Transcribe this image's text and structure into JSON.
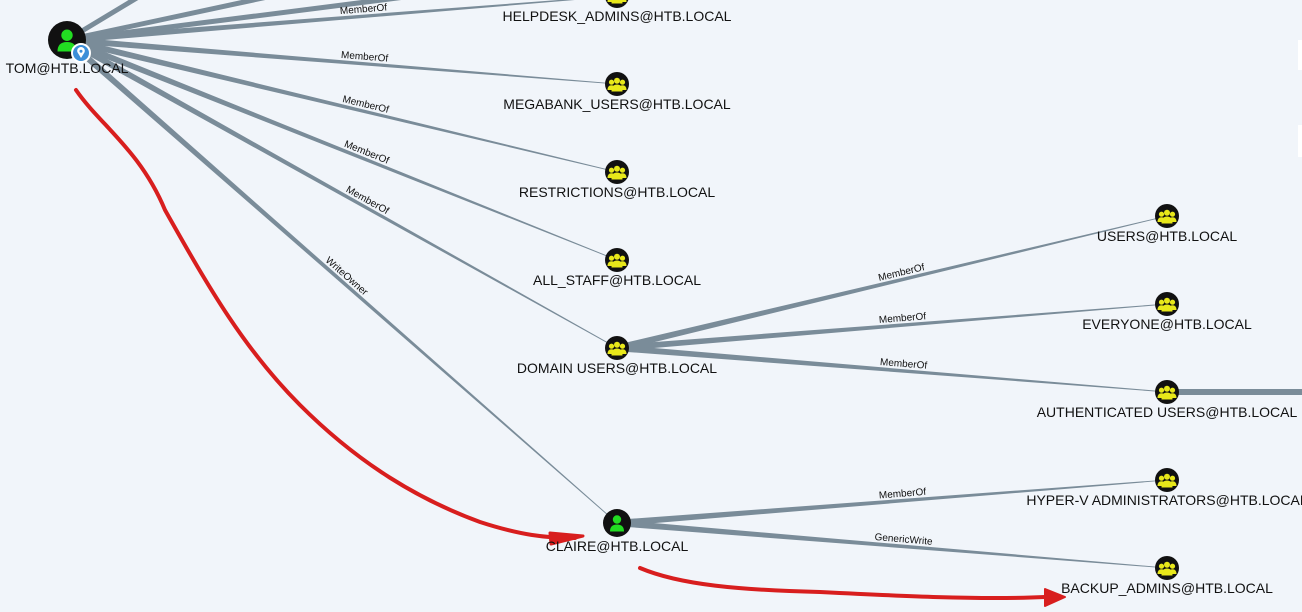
{
  "graph": {
    "nodes": {
      "tom": {
        "label": "TOM@HTB.LOCAL",
        "type": "user",
        "icon": "user-icon",
        "starting_node": true
      },
      "helpdesk_admins": {
        "label": "HELPDESK_ADMINS@HTB.LOCAL",
        "type": "group",
        "icon": "group-icon"
      },
      "megabank_users": {
        "label": "MEGABANK_USERS@HTB.LOCAL",
        "type": "group",
        "icon": "group-icon"
      },
      "restrictions": {
        "label": "RESTRICTIONS@HTB.LOCAL",
        "type": "group",
        "icon": "group-icon"
      },
      "all_staff": {
        "label": "ALL_STAFF@HTB.LOCAL",
        "type": "group",
        "icon": "group-icon"
      },
      "domain_users": {
        "label": "DOMAIN USERS@HTB.LOCAL",
        "type": "group",
        "icon": "group-icon"
      },
      "users": {
        "label": "USERS@HTB.LOCAL",
        "type": "group",
        "icon": "group-icon"
      },
      "everyone": {
        "label": "EVERYONE@HTB.LOCAL",
        "type": "group",
        "icon": "group-icon"
      },
      "authenticated_users": {
        "label": "AUTHENTICATED USERS@HTB.LOCAL",
        "type": "group",
        "icon": "group-icon"
      },
      "claire": {
        "label": "CLAIRE@HTB.LOCAL",
        "type": "user",
        "icon": "user-icon"
      },
      "hyperv_admins": {
        "label": "HYPER-V ADMINISTRATORS@HTB.LOCAL",
        "type": "group",
        "icon": "group-icon"
      },
      "backup_admins": {
        "label": "BACKUP_ADMINS@HTB.LOCAL",
        "type": "group",
        "icon": "group-icon"
      }
    },
    "edges": [
      {
        "from": "tom",
        "to": "helpdesk_admins",
        "label": "MemberOf"
      },
      {
        "from": "tom",
        "to": "megabank_users",
        "label": "MemberOf"
      },
      {
        "from": "tom",
        "to": "restrictions",
        "label": "MemberOf"
      },
      {
        "from": "tom",
        "to": "all_staff",
        "label": "MemberOf"
      },
      {
        "from": "tom",
        "to": "domain_users",
        "label": "MemberOf"
      },
      {
        "from": "tom",
        "to": "claire",
        "label": "WriteOwner"
      },
      {
        "from": "domain_users",
        "to": "users",
        "label": "MemberOf"
      },
      {
        "from": "domain_users",
        "to": "everyone",
        "label": "MemberOf"
      },
      {
        "from": "domain_users",
        "to": "authenticated_users",
        "label": "MemberOf"
      },
      {
        "from": "claire",
        "to": "hyperv_admins",
        "label": "MemberOf"
      },
      {
        "from": "claire",
        "to": "backup_admins",
        "label": "GenericWrite"
      }
    ]
  },
  "colors": {
    "background": "#f1f5fa",
    "edge": "#7a8c99",
    "user_node_fill": "#111111",
    "user_icon": "#22dd22",
    "group_node_fill": "#111111",
    "group_icon": "#e8e81a",
    "start_marker": "#3b8ed8",
    "annotation": "#d81e1e"
  }
}
